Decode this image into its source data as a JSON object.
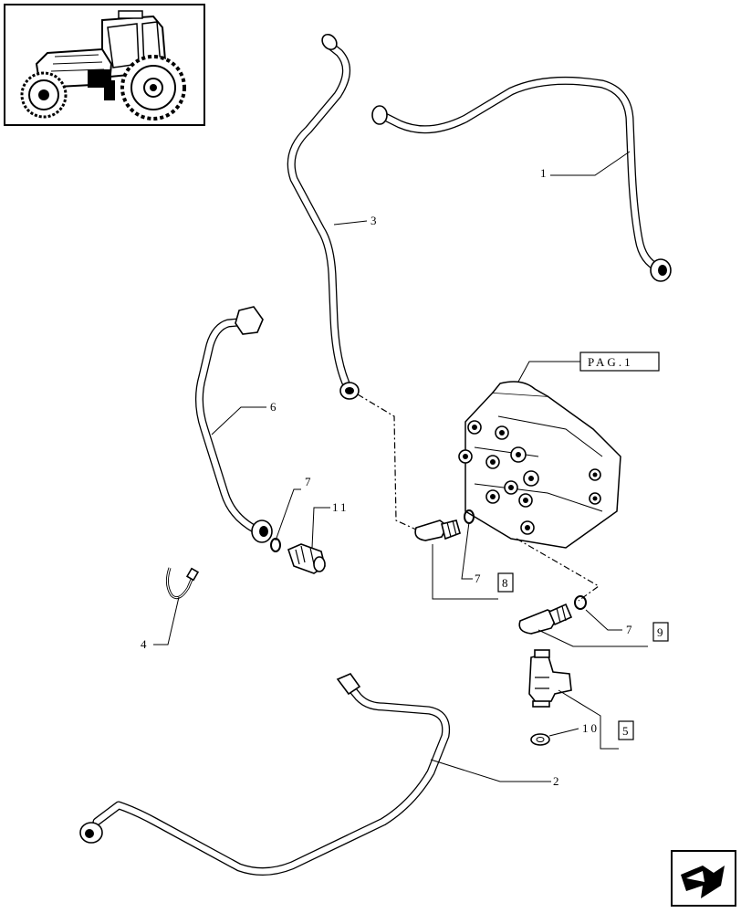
{
  "callouts": {
    "c1": "1",
    "c2": "2",
    "c3": "3",
    "c4": "4",
    "c6": "6",
    "c7a": "7",
    "c11": "11",
    "c7b": "7",
    "c8": "8",
    "c7c": "7",
    "c9": "9",
    "c10": "10",
    "c5": "5"
  },
  "page_ref": "PAG.1",
  "icons": {
    "thumbnail": "tractor-thumbnail-icon",
    "nav": "next-page-arrow-icon"
  }
}
